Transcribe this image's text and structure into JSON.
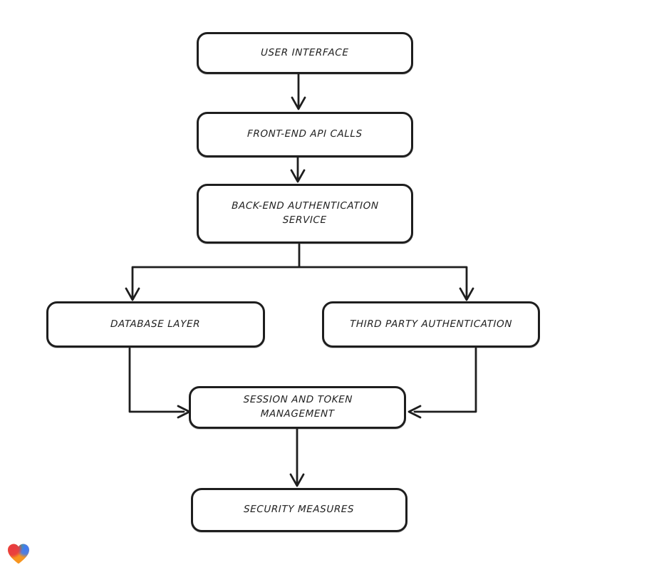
{
  "diagram": {
    "type": "flowchart",
    "colors": {
      "background": "#ffffff",
      "stroke": "#1e1e1e",
      "node_fill": "#ffffff",
      "text": "#1f1f1f"
    },
    "nodes": [
      {
        "id": "user-interface",
        "label": "USER INTERFACE"
      },
      {
        "id": "front-end-api-calls",
        "label": "FRONT-END API CALLS"
      },
      {
        "id": "back-end-authentication-service",
        "label": "BACK-END AUTHENTICATION SERVICE"
      },
      {
        "id": "database-layer",
        "label": "DATABASE LAYER"
      },
      {
        "id": "third-party-authentication",
        "label": "THIRD PARTY AUTHENTICATION"
      },
      {
        "id": "session-and-token-management",
        "label": "SESSION AND TOKEN MANAGEMENT"
      },
      {
        "id": "security-measures",
        "label": "SECURITY MEASURES"
      }
    ],
    "edges": [
      {
        "from": "user-interface",
        "to": "front-end-api-calls"
      },
      {
        "from": "front-end-api-calls",
        "to": "back-end-authentication-service"
      },
      {
        "from": "back-end-authentication-service",
        "to": "database-layer"
      },
      {
        "from": "back-end-authentication-service",
        "to": "third-party-authentication"
      },
      {
        "from": "database-layer",
        "to": "session-and-token-management"
      },
      {
        "from": "third-party-authentication",
        "to": "session-and-token-management"
      },
      {
        "from": "session-and-token-management",
        "to": "security-measures"
      }
    ],
    "logo": {
      "icon": "heart-logo",
      "colors": {
        "red": "#e93a3f",
        "teal": "#2fa58d",
        "blue": "#3b7bf7",
        "orange": "#f7951f"
      }
    }
  }
}
